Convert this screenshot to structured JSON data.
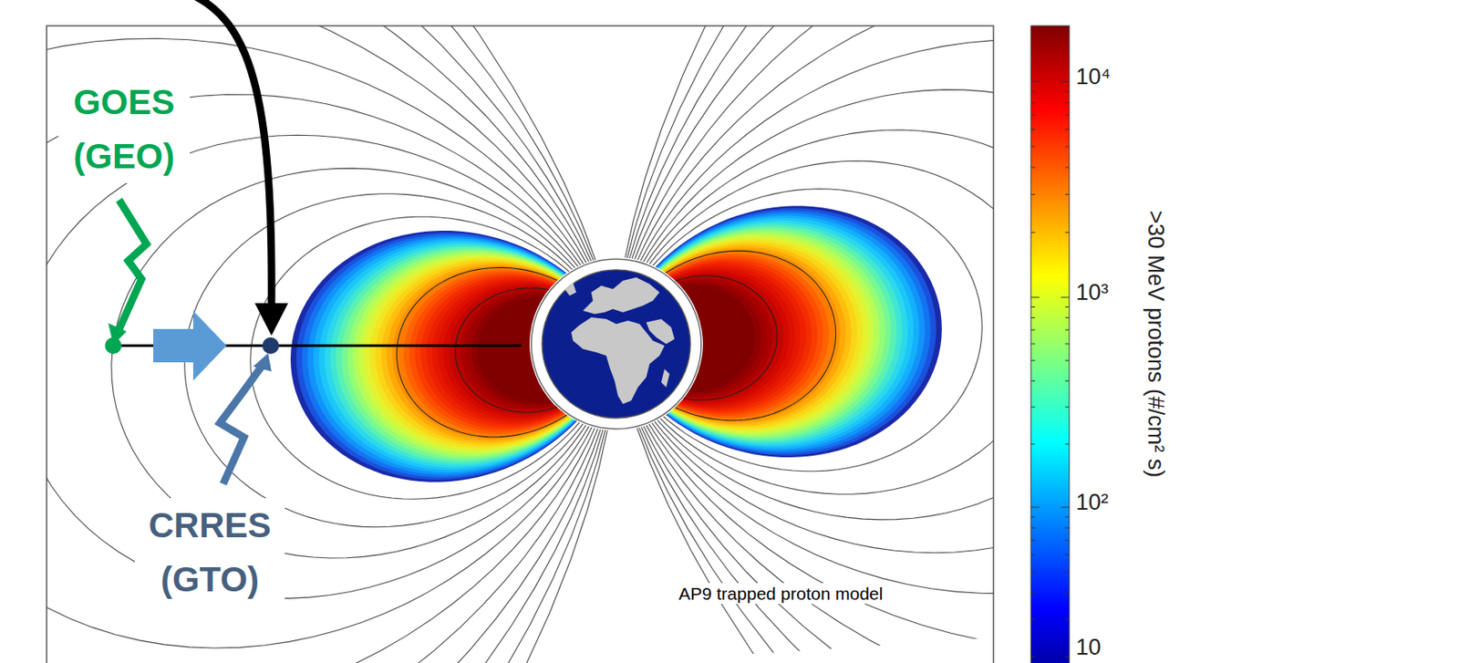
{
  "diagram": {
    "labels": [
      "GOES (GEO)",
      "CRRES (GTO)",
      "AP9 trapped proton model",
      "10⁴",
      "10³",
      "10²",
      "10",
      ">30 MeV protons (#/cm² s)"
    ]
  }
}
